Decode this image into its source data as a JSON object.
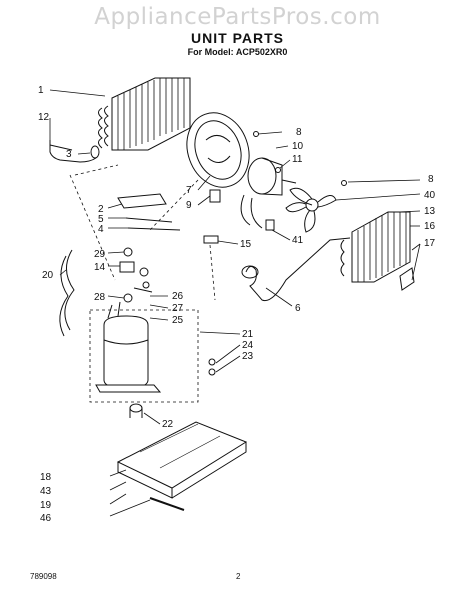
{
  "watermark": "AppliancePartsPros.com",
  "header": {
    "title": "UNIT PARTS",
    "subtitle": "For Model: ACP502XR0"
  },
  "footer": {
    "code": "789098",
    "page": "2"
  },
  "callouts": [
    "1",
    "12",
    "3",
    "2",
    "5",
    "4",
    "20",
    "29",
    "14",
    "28",
    "26",
    "27",
    "25",
    "21",
    "24",
    "23",
    "22",
    "18",
    "43",
    "19",
    "46",
    "8",
    "10",
    "11",
    "7",
    "9",
    "15",
    "6",
    "8",
    "40",
    "13",
    "16",
    "17",
    "41"
  ]
}
